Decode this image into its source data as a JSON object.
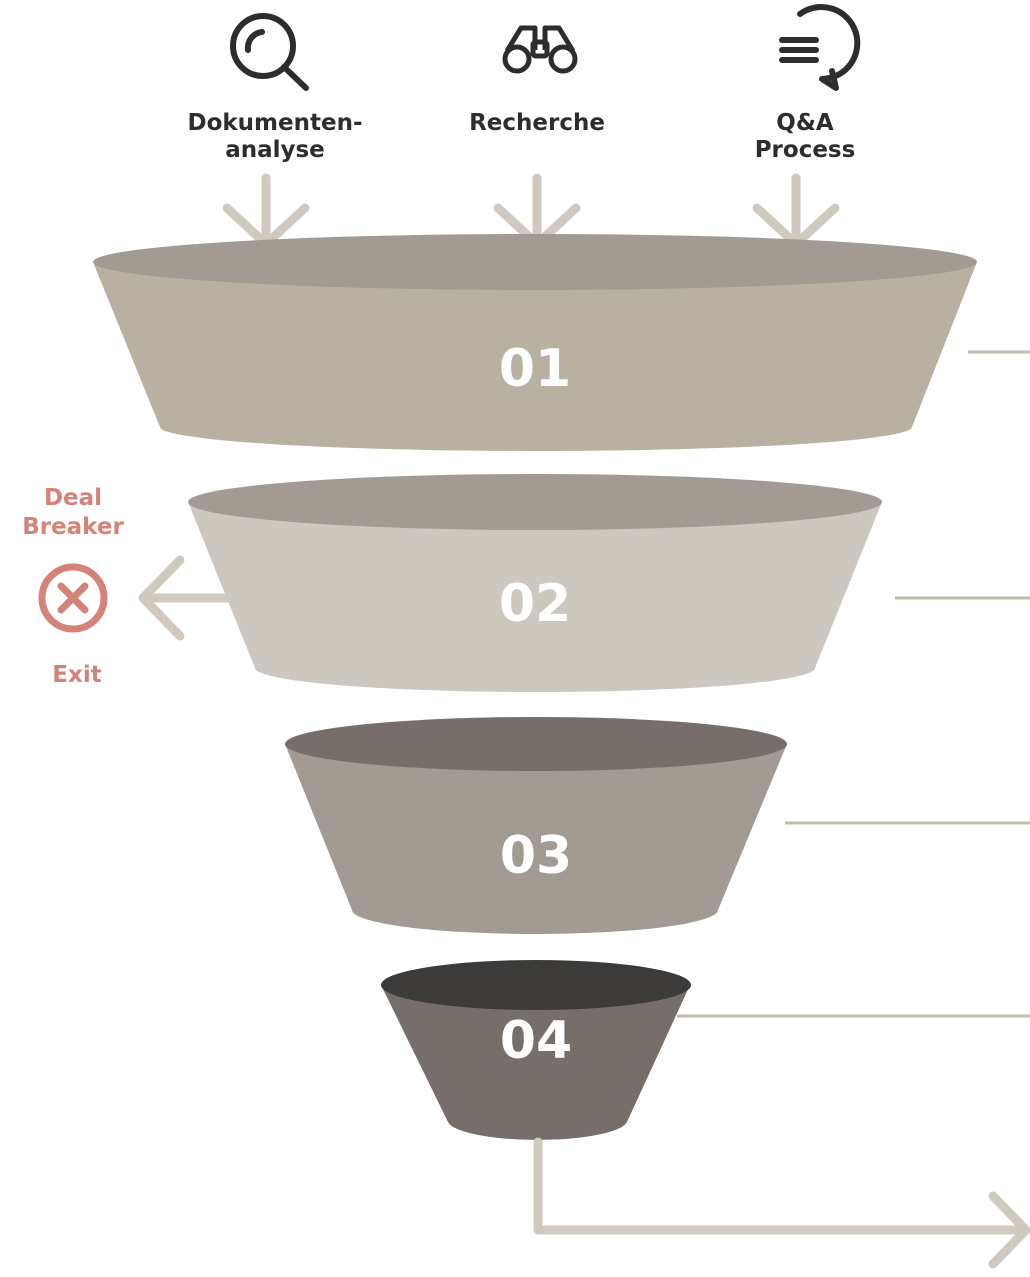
{
  "inputs": [
    {
      "icon": "magnifier-icon",
      "line1": "Dokumenten-",
      "line2": "analyse"
    },
    {
      "icon": "binoculars-icon",
      "line1": "Recherche",
      "line2": ""
    },
    {
      "icon": "chat-bubble-icon",
      "line1": "Q&A",
      "line2": "Process"
    }
  ],
  "stages": [
    {
      "label": "01",
      "body": "#b8b1a1",
      "top": "#a29b94"
    },
    {
      "label": "02",
      "body": "#ccc8c0",
      "top": "#a29b94"
    },
    {
      "label": "03",
      "body": "#a29b94",
      "top": "#756e6a"
    },
    {
      "label": "04",
      "body": "#756e6a",
      "top": "#3c3b39"
    }
  ],
  "exit": {
    "title_line1": "Deal",
    "title_line2": "Breaker",
    "label": "Exit",
    "icon": "x-circle-icon"
  },
  "colors": {
    "accent": "#d48378",
    "arrow": "#cfc9bf",
    "text_dark": "#2e2d2b",
    "connector": "#c2bcae",
    "icon": "#2e2d2b"
  }
}
